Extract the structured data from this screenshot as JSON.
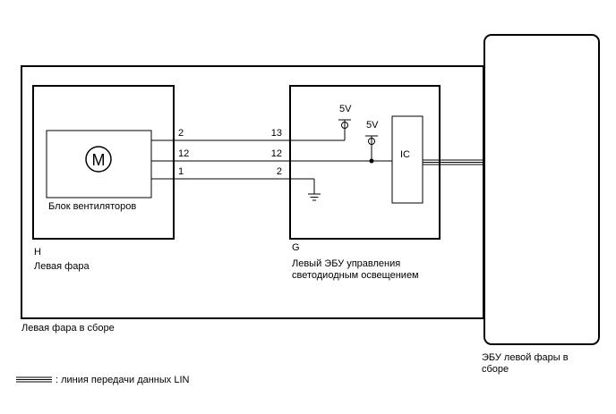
{
  "assembly_label": "Левая фара в сборе",
  "headlight_ecu": {
    "label_line1": "ЭБУ левой фары в",
    "label_line2": "сборе"
  },
  "connector_h": {
    "code": "H",
    "name": "Левая фара"
  },
  "connector_g": {
    "code": "G",
    "name_line1": "Левый ЭБУ управления",
    "name_line2": "светодиодным освещением"
  },
  "fan_block": {
    "label": "Блок вентиляторов",
    "motor_symbol": "M",
    "motor_icon": "motor-icon"
  },
  "ic": {
    "label": "IC"
  },
  "power": {
    "label_a": "5V",
    "label_b": "5V"
  },
  "wires": [
    {
      "pin_h": "2",
      "pin_g": "13"
    },
    {
      "pin_h": "12",
      "pin_g": "12"
    },
    {
      "pin_h": "1",
      "pin_g": "2"
    }
  ],
  "legend": {
    "text": ": линия передачи данных LIN",
    "icon": "lin-line-icon"
  },
  "colors": {
    "line": "#000000",
    "background": "#ffffff"
  }
}
